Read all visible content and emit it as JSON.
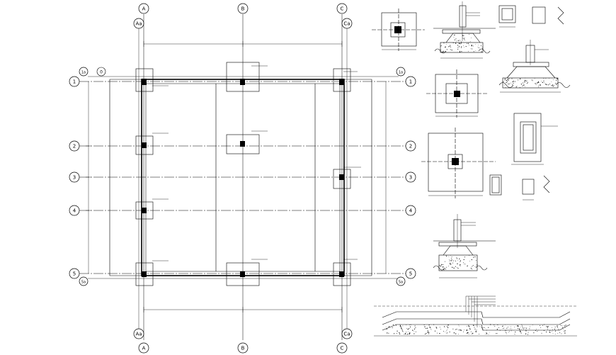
{
  "plan": {
    "columns": [
      "A",
      "B",
      "C"
    ],
    "column_subs": [
      "Aa",
      "Ca"
    ],
    "rows": [
      "1",
      "2",
      "3",
      "4",
      "5"
    ],
    "row_subs": [
      "1a",
      "5a"
    ],
    "level_mark": "0"
  },
  "colors": {
    "line": "#000000",
    "background": "#ffffff"
  }
}
